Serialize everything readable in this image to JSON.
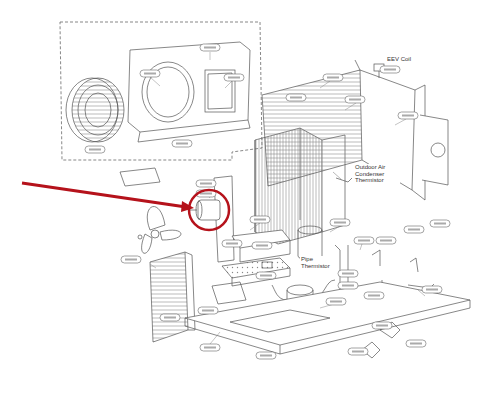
{
  "diagram": {
    "labels": [
      "EEV Coil",
      "Outdoor Air Condenser Thermistor",
      "Pipe Thermistor"
    ]
  }
}
